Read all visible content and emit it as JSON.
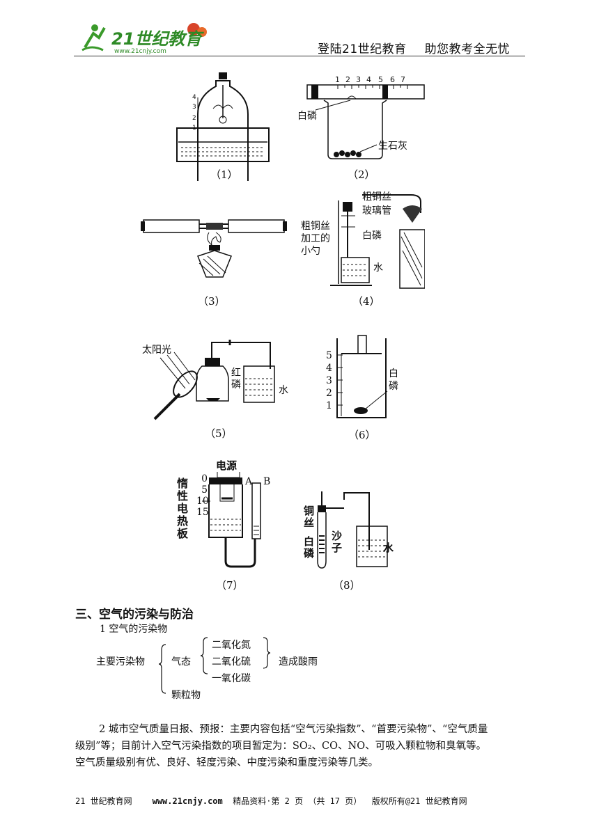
{
  "header": {
    "logo_text": "21世纪教育",
    "logo_url_text": "www.21cnjy.com",
    "slogan_left": "登陆21世纪教育",
    "slogan_right": "助您教考全无忧"
  },
  "figures": {
    "fig1": {
      "caption": "（1）",
      "scale": [
        "4",
        "3",
        "2",
        "1"
      ]
    },
    "fig2": {
      "caption": "（2）",
      "ruler": [
        "1",
        "2",
        "3",
        "4",
        "5",
        "6",
        "7"
      ],
      "label_white_p": "白磷",
      "label_lime": "生石灰"
    },
    "fig3": {
      "caption": "（3）"
    },
    "fig4": {
      "caption": "（4）",
      "label_wire": "粗铜丝",
      "label_tube": "玻璃管",
      "label_spoon": "粗铜丝加工的小勺",
      "label_white_p": "白磷",
      "label_water": "水"
    },
    "fig5": {
      "caption": "（5）",
      "label_sun": "太阳光",
      "label_red_p": "红磷",
      "label_water": "水"
    },
    "fig6": {
      "caption": "（6）",
      "scale": [
        "5",
        "4",
        "3",
        "2",
        "1"
      ],
      "label_white_p": "白磷"
    },
    "fig7": {
      "caption": "（7）",
      "label_power": "电源",
      "label_plate": "惰性电热板",
      "scale": [
        "0",
        "5",
        "10",
        "15"
      ],
      "label_a": "A",
      "label_b": "B"
    },
    "fig8": {
      "caption": "（8）",
      "label_wire": "铜丝",
      "label_white_p": "白磷",
      "label_sand": "沙子",
      "label_water": "水"
    }
  },
  "section": {
    "title": "三、空气的污染与防治",
    "sub1": "1 空气的污染物",
    "tree": {
      "root": "主要污染物",
      "gas": "气态",
      "gas_items": [
        "二氧化氮",
        "二氧化硫",
        "一氧化碳"
      ],
      "result": "造成酸雨",
      "particle": "颗粒物"
    },
    "para2_line1": "2 城市空气质量日报、预报：主要内容包括“空气污染指数”、“首要污染物”、“空气质量",
    "para2_line2": "级别”等；目前计入空气污染指数的项目暂定为：SO₂、CO、NO、可吸入颗粒物和臭氧等。",
    "para2_line3": "空气质量级别有优、良好、轻度污染、中度污染和重度污染等几类。"
  },
  "footer": {
    "site": "21 世纪教育网",
    "url": "www.21cnjy.com",
    "page_info": "精品资料·第 2 页 （共 17 页）",
    "copyright": "版权所有@21 世纪教育网"
  }
}
